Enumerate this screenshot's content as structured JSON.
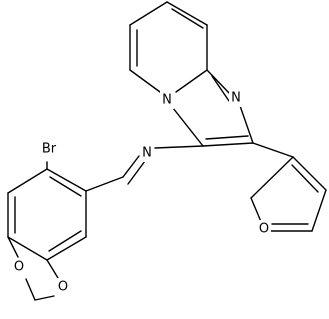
{
  "molecule": {
    "atoms": {
      "br": "Br",
      "n_imine": "N",
      "n_bridge": "N",
      "n_ring": "N",
      "o_furan": "O",
      "o_dioxole_1": "O",
      "o_dioxole_2": "O"
    },
    "colors": {
      "bond": "#000000",
      "label": "#000000",
      "background": "#ffffff"
    }
  }
}
